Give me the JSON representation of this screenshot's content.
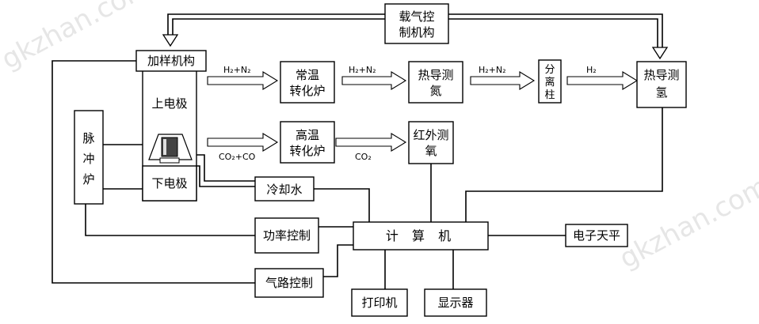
{
  "watermark": "gkzhan.com",
  "boxes": {
    "carrier_gas_control": [
      "载气控",
      "制机构"
    ],
    "sample_feeder": "加样机构",
    "upper_electrode": "上电极",
    "lower_electrode": "下电极",
    "pulse_furnace": [
      "脉",
      "冲",
      "炉"
    ],
    "rt_converter": [
      "常温",
      "转化炉"
    ],
    "ht_converter": [
      "高温",
      "转化炉"
    ],
    "tc_nitrogen": [
      "热导测",
      "氮"
    ],
    "ir_oxygen": [
      "红外测",
      "氧"
    ],
    "separation_column": [
      "分",
      "离",
      "柱"
    ],
    "tc_hydrogen": [
      "热导测",
      "氢"
    ],
    "cooling_water": "冷却水",
    "power_control": "功率控制",
    "gas_path_control": "气路控制",
    "computer": "计 算 机",
    "electronic_balance": "电子天平",
    "printer": "打印机",
    "display": "显示器"
  },
  "flow_labels": {
    "h2n2_to_rt": "H₂+N₂",
    "h2n2_to_tc": "H₂+N₂",
    "h2n2_to_column": "H₂+N₂",
    "h2_to_tc": "H₂",
    "co2co_to_ht": "CO₂+CO",
    "co2_to_ir": "CO₂"
  }
}
